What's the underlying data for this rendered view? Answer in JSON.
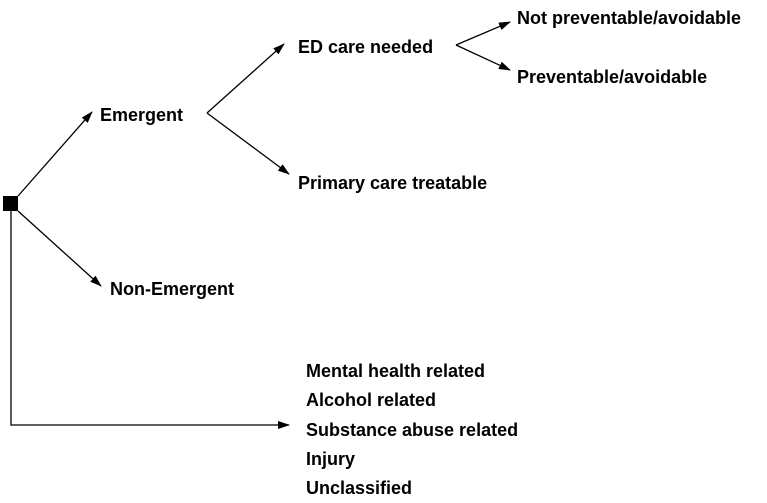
{
  "colors": {
    "line": "#000000",
    "text": "#000000",
    "background": "#ffffff"
  },
  "root": {
    "icon": "root-square-icon"
  },
  "nodes": {
    "emergent": "Emergent",
    "ed_care_needed": "ED care needed",
    "not_preventable": "Not preventable/avoidable",
    "preventable": "Preventable/avoidable",
    "primary_care_treatable": "Primary care treatable",
    "non_emergent": "Non-Emergent"
  },
  "other_categories": [
    "Mental health related",
    "Alcohol related",
    "Substance abuse related",
    "Injury",
    "Unclassified"
  ]
}
